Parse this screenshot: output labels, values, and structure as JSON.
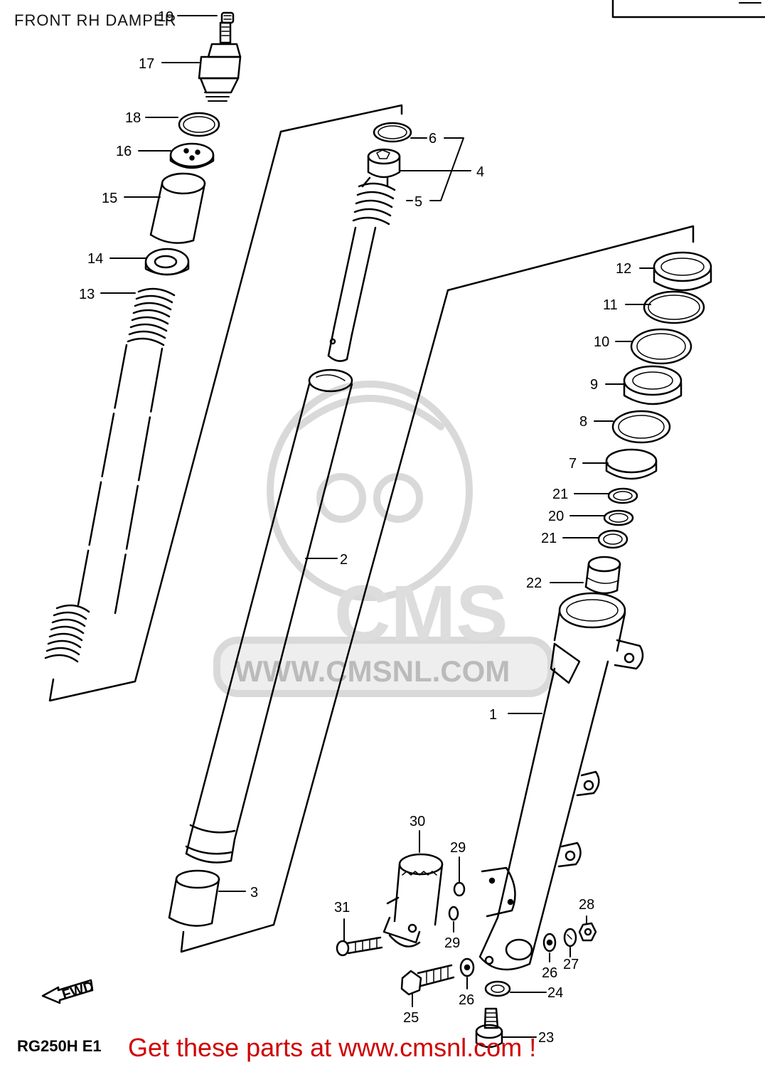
{
  "title": "FRONT RH DAMPER",
  "model": "RG250H E1",
  "footer_link_text": "Get these parts at www.cmsnl.com !",
  "fwd_label": "FWD",
  "watermark": {
    "brand": "CMS",
    "url": "WWW.CMSNL.COM"
  },
  "callouts": {
    "p1": "1",
    "p2": "2",
    "p3": "3",
    "p4": "4",
    "p5": "5",
    "p6": "6",
    "p7": "7",
    "p8": "8",
    "p9": "9",
    "p10": "10",
    "p11": "11",
    "p12": "12",
    "p13": "13",
    "p14": "14",
    "p15": "15",
    "p16": "16",
    "p17": "17",
    "p18": "18",
    "p19": "19",
    "p20": "20",
    "p21a": "21",
    "p21b": "21",
    "p22": "22",
    "p23": "23",
    "p24": "24",
    "p25": "25",
    "p26a": "26",
    "p26b": "26",
    "p27": "27",
    "p28": "28",
    "p29a": "29",
    "p29b": "29",
    "p30": "30",
    "p31": "31"
  },
  "colors": {
    "line": "#000000",
    "watermark": "#d9d9d9",
    "cta": "#d00000"
  }
}
